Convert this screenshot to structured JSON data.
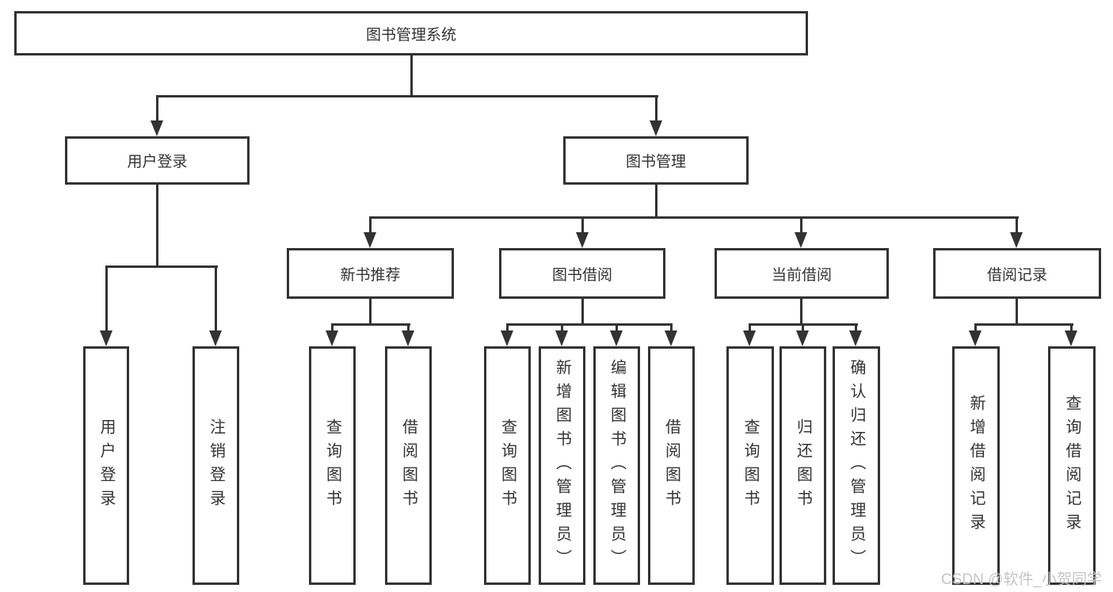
{
  "title": "图书管理系统",
  "watermark": {
    "text": "CSDN @软件_小贺同学",
    "color": "#c5c5c5"
  },
  "colors": {
    "line": "#333333",
    "text": "#333333",
    "box_border": "#333333",
    "background": "#ffffff"
  },
  "nodes": {
    "root": {
      "label": "图书管理系统"
    },
    "user_login": {
      "label": "用户登录"
    },
    "book_mgmt": {
      "label": "图书管理"
    },
    "new_book_rec": {
      "label": "新书推荐"
    },
    "book_borrow": {
      "label": "图书借阅"
    },
    "current_borrow": {
      "label": "当前借阅"
    },
    "borrow_record": {
      "label": "借阅记录"
    },
    "leaf_user_login": {
      "label": "用户登录"
    },
    "leaf_logout": {
      "label": "注销登录"
    },
    "leaf_nb_query": {
      "label": "查询图书"
    },
    "leaf_nb_borrow": {
      "label": "借阅图书"
    },
    "leaf_bb_query": {
      "label": "查询图书"
    },
    "leaf_bb_add": {
      "label": "新增图书（管理员）"
    },
    "leaf_bb_edit": {
      "label": "编辑图书（管理员）"
    },
    "leaf_bb_borrow": {
      "label": "借阅图书"
    },
    "leaf_cb_query": {
      "label": "查询图书"
    },
    "leaf_cb_return": {
      "label": "归还图书"
    },
    "leaf_cb_confirm": {
      "label": "确认归还（管理员）"
    },
    "leaf_br_add": {
      "label": "新增借阅记录"
    },
    "leaf_br_query": {
      "label": "查询借阅记录"
    }
  },
  "hierarchy": {
    "root": "图书管理系统",
    "children": [
      {
        "label": "用户登录",
        "children": [
          {
            "label": "用户登录"
          },
          {
            "label": "注销登录"
          }
        ]
      },
      {
        "label": "图书管理",
        "children": [
          {
            "label": "新书推荐",
            "children": [
              {
                "label": "查询图书"
              },
              {
                "label": "借阅图书"
              }
            ]
          },
          {
            "label": "图书借阅",
            "children": [
              {
                "label": "查询图书"
              },
              {
                "label": "新增图书（管理员）"
              },
              {
                "label": "编辑图书（管理员）"
              },
              {
                "label": "借阅图书"
              }
            ]
          },
          {
            "label": "当前借阅",
            "children": [
              {
                "label": "查询图书"
              },
              {
                "label": "归还图书"
              },
              {
                "label": "确认归还（管理员）"
              }
            ]
          },
          {
            "label": "借阅记录",
            "children": [
              {
                "label": "新增借阅记录"
              },
              {
                "label": "查询借阅记录"
              }
            ]
          }
        ]
      }
    ]
  }
}
